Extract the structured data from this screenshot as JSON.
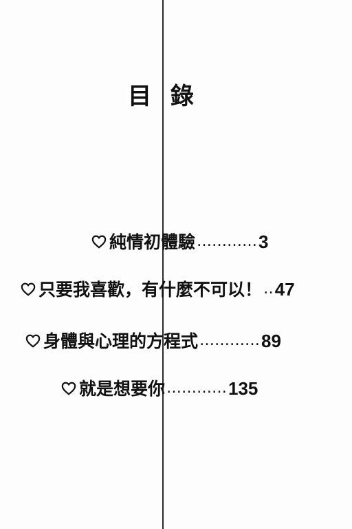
{
  "document": {
    "title": "目 錄",
    "entries": [
      {
        "title": "純情初體驗",
        "leader": "…………",
        "page": "3"
      },
      {
        "title": "只要我喜歡，有什麼不可以！",
        "leader": "‥",
        "page": "47"
      },
      {
        "title": "身體與心理的方程式",
        "leader": "…………",
        "page": "89"
      },
      {
        "title": "就是想要你",
        "leader": "…………",
        "page": "135"
      }
    ],
    "bullet_icon": "heart-outline-icon",
    "colors": {
      "ink": "#111111",
      "paper": "#fdfdfd"
    }
  }
}
